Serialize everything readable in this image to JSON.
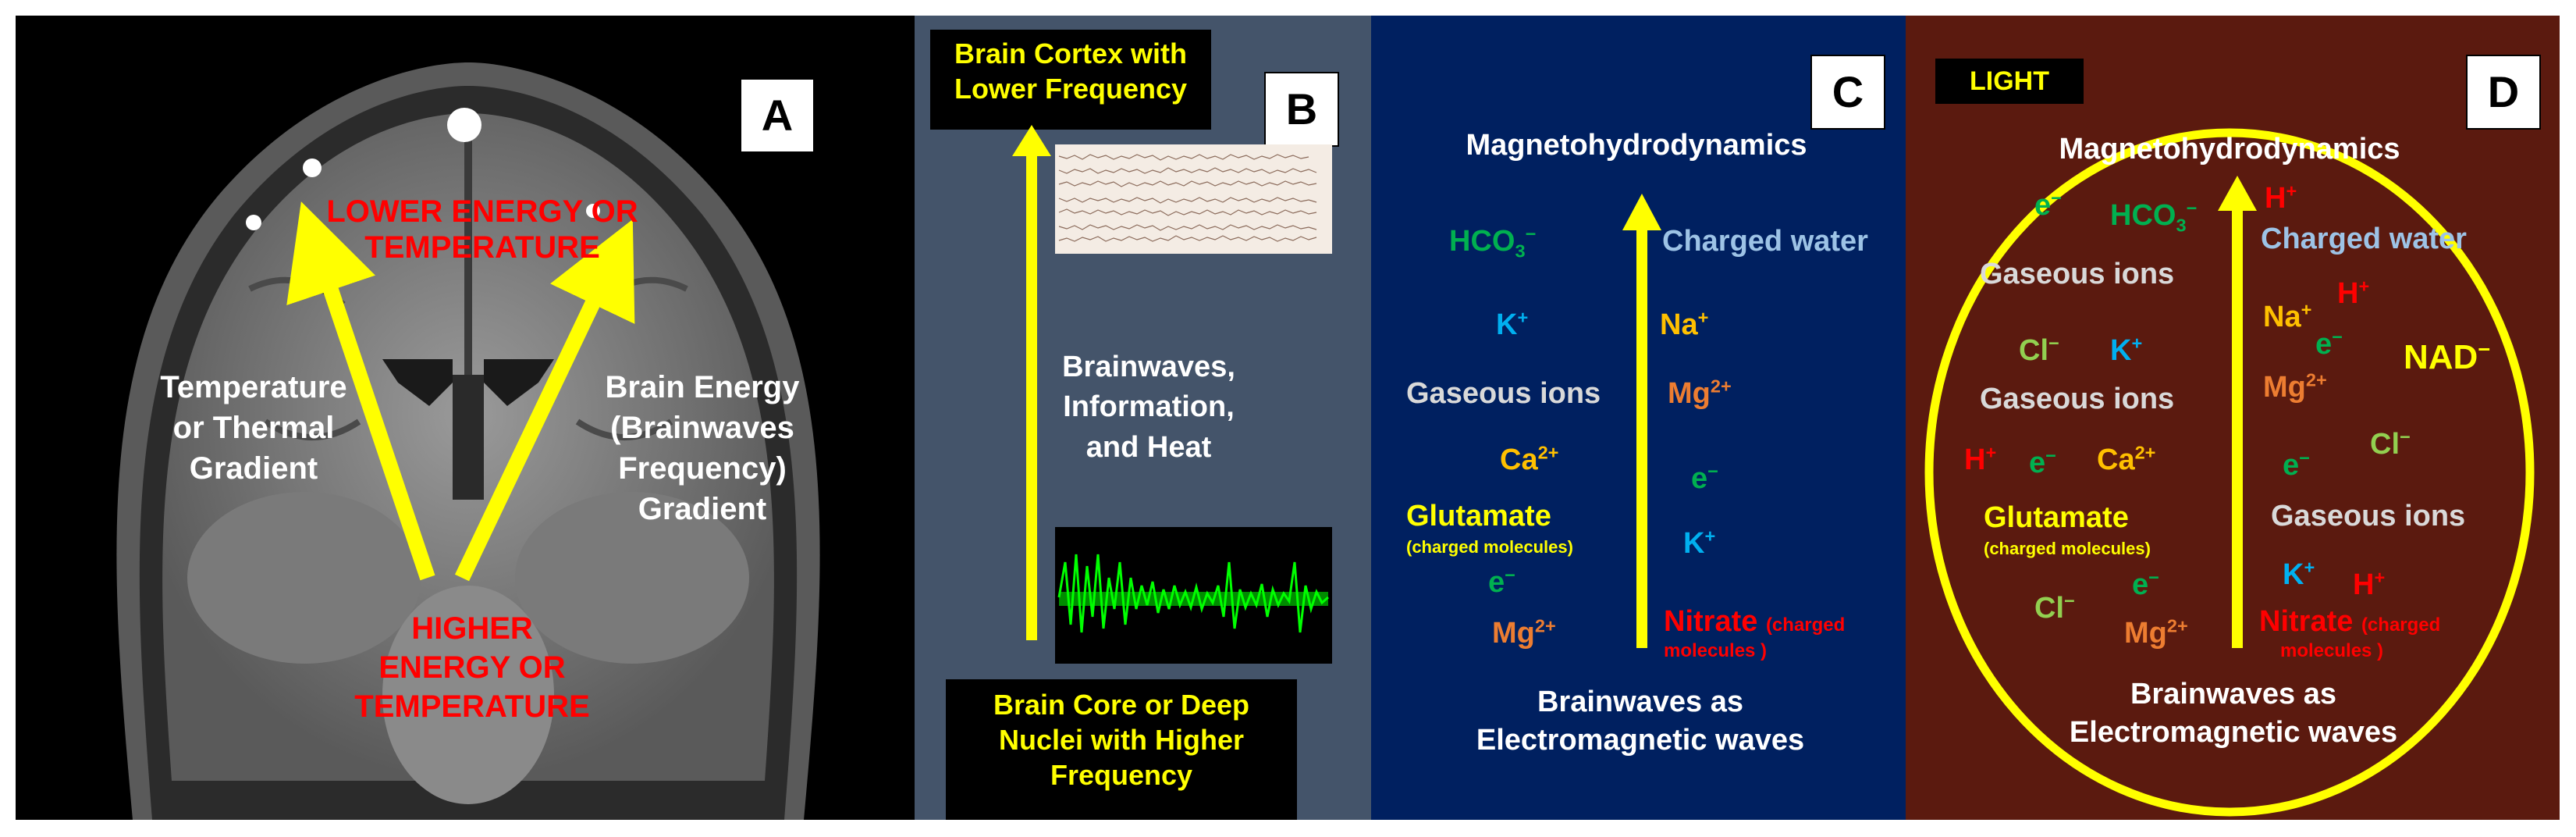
{
  "panel_a": {
    "letter": "A",
    "lower_energy": "LOWER ENERGY OR TEMPERATURE",
    "lower_1": "LOWER ENERGY OR",
    "lower_2": "TEMPERATURE",
    "temp_1": "Temperature",
    "temp_2": "or Thermal",
    "temp_3": "Gradient",
    "brain_1": "Brain Energy",
    "brain_2": "(Brainwaves",
    "brain_3": "Frequency)",
    "brain_4": "Gradient",
    "higher_1": "HIGHER",
    "higher_2": "ENERGY OR",
    "higher_3": "TEMPERATURE"
  },
  "panel_b": {
    "letter": "B",
    "top_1": "Brain Cortex with",
    "top_2": "Lower Frequency",
    "mid_1": "Brainwaves,",
    "mid_2": "Information,",
    "mid_3": "and Heat",
    "bot_1": "Brain Core or Deep",
    "bot_2": "Nuclei with Higher",
    "bot_3": "Frequency"
  },
  "panel_c": {
    "letter": "C",
    "title": "Magnetohydrodynamics",
    "hco3": "HCO3−",
    "charged_water": "Charged water",
    "k1": "K+",
    "na": "Na+",
    "gaseous": "Gaseous ions",
    "mg1": "Mg2+",
    "ca": "Ca2+",
    "e1": "e−",
    "glutamate": "Glutamate",
    "charged_mol": "(charged molecules)",
    "k2": "K+",
    "e2": "e−",
    "mg2": "Mg2+",
    "nitrate": "Nitrate",
    "nitrate_note_1": "(charged",
    "nitrate_note_2": "molecules )",
    "bottom_1": "Brainwaves as",
    "bottom_2": "Electromagnetic waves"
  },
  "panel_d": {
    "letter": "D",
    "light": "LIGHT",
    "title": "Magnetohydrodynamics",
    "e1": "e−",
    "hco3": "HCO3−",
    "h1": "H+",
    "charged_water": "Charged water",
    "gaseous1": "Gaseous ions",
    "h2": "H+",
    "na": "Na+",
    "cl1": "Cl−",
    "k1": "K+",
    "e2": "e−",
    "nad": "NAD−",
    "gaseous2": "Gaseous ions",
    "mg1": "Mg2+",
    "h3": "H+",
    "e3": "e−",
    "ca": "Ca2+",
    "e4": "e−",
    "cl2": "Cl−",
    "glutamate": "Glutamate",
    "gaseous3": "Gaseous ions",
    "charged_mol": "(charged molecules)",
    "k2": "K+",
    "h4": "H+",
    "cl3": "Cl−",
    "e5": "e−",
    "mg2": "Mg2+",
    "nitrate": "Nitrate",
    "nitrate_note_1": "(charged",
    "nitrate_note_2": "molecules )",
    "bottom_1": "Brainwaves as",
    "bottom_2": "Electromagnetic waves"
  }
}
